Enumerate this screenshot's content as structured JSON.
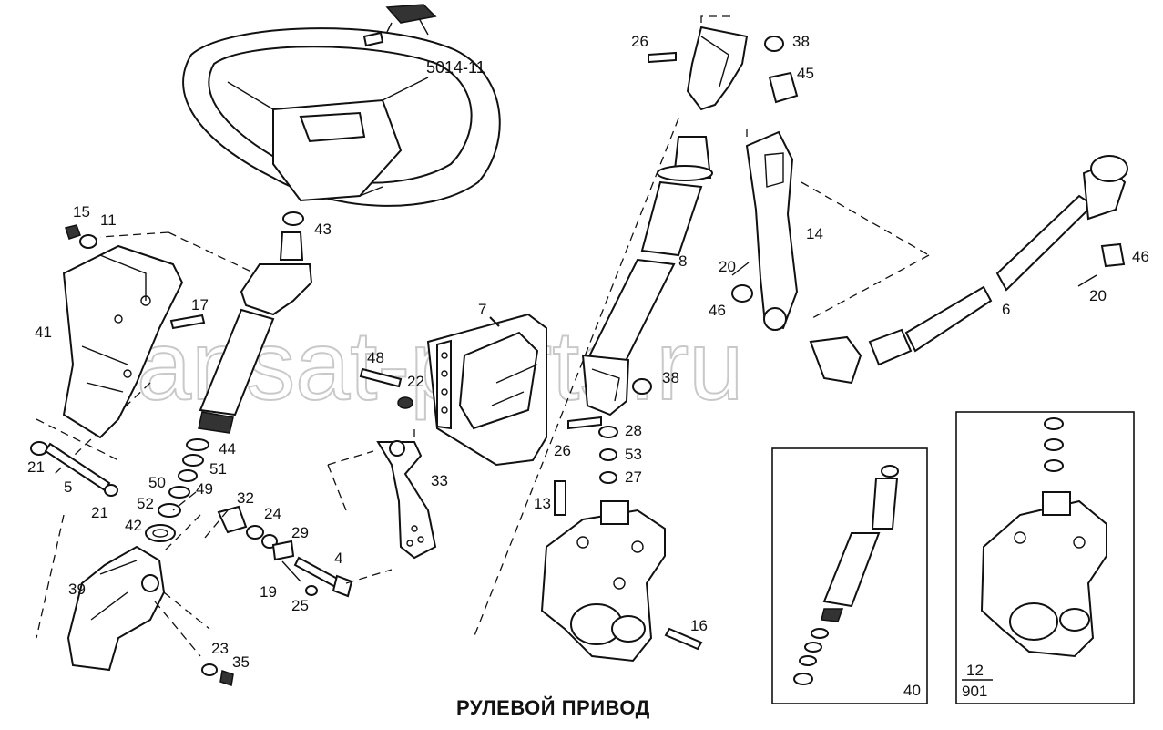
{
  "diagram": {
    "title": "РУЛЕВОЙ ПРИВОД",
    "watermark": "ansat-parts.ru",
    "group_code": "5014-11",
    "inset_40_label": "40",
    "inset_12_label": "12",
    "inset_12_sublabel": "901",
    "callouts": {
      "c15": "15",
      "c11": "11",
      "c43": "43",
      "c17": "17",
      "c41": "41",
      "c21a": "21",
      "c5": "5",
      "c21b": "21",
      "c44": "44",
      "c51": "51",
      "c49": "49",
      "c50": "50",
      "c52": "52",
      "c42": "42",
      "c39": "39",
      "c23": "23",
      "c35": "35",
      "c32": "32",
      "c24": "24",
      "c29": "29",
      "c4": "4",
      "c19": "19",
      "c25": "25",
      "c48": "48",
      "c22": "22",
      "c7": "7",
      "c33": "33",
      "c26a": "26",
      "c38a": "38",
      "c45": "45",
      "c8": "8",
      "c38b": "38",
      "c26b": "26",
      "c28": "28",
      "c53": "53",
      "c27": "27",
      "c13": "13",
      "c16": "16",
      "c14": "14",
      "c20a": "20",
      "c46a": "46",
      "c6": "6",
      "c46b": "46",
      "c20b": "20"
    }
  }
}
